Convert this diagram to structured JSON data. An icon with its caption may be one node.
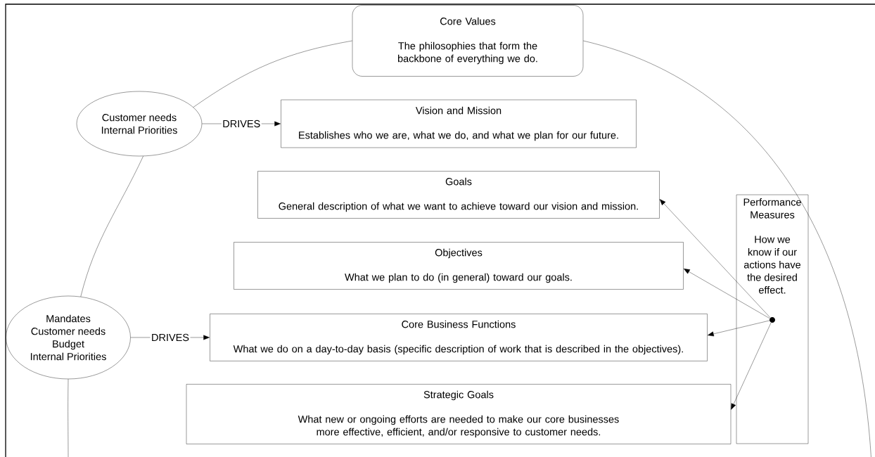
{
  "diagram": {
    "nodes": [
      {
        "text": [
          "Core Values",
          "The  philosophies that form the backbone of everything we do."
        ]
      },
      {
        "text": [
          "Customer needs",
          "Internal Priorities"
        ]
      },
      {
        "text": [
          "Vision and Mission",
          "Establishes who we are, what we do, and what we plan for our future."
        ]
      },
      {
        "text": [
          "Goals",
          "General description of what we want to achieve toward our vision and mission."
        ]
      },
      {
        "text": [
          "Performance Measures",
          "How we know if our actions have the desired effect."
        ]
      },
      {
        "text": [
          "Objectives",
          "What we plan to do (in general) toward our goals."
        ]
      },
      {
        "text": [
          "Mandates",
          "Customer needs",
          "Budget",
          "Internal Priorities"
        ]
      },
      {
        "text": [
          "Core Business Functions",
          "What we do on a day-to-day basis (specific description of work that is described in the objectives)."
        ]
      },
      {
        "text": [
          "Strategic Goals",
          "What new or ongoing efforts are needed to make our core businesses more effective, efficient, and/or responsive to customer needs."
        ]
      },
      {
        "text": [],
        "shape": "circle",
        "in": 4
      }
    ],
    "edges": [
      {
        "from": 1,
        "to": 2,
        "arrow": "to",
        "label": "DRIVES"
      },
      {
        "from": 6,
        "to": 7,
        "arrow": "to",
        "label": "DRIVES"
      },
      {
        "from": 9,
        "to": 3,
        "arrow": "to"
      },
      {
        "from": 9,
        "to": 5,
        "arrow": "to"
      },
      {
        "from": 9,
        "to": 7,
        "arrow": "to"
      },
      {
        "from": 9,
        "to": 8,
        "arrow": "to"
      },
      {
        "from": 0,
        "to": 1,
        "arrow": "none"
      },
      {
        "from": 1,
        "to": 6,
        "arrow": "none"
      },
      {
        "from": 6,
        "to": null,
        "arrow": "none"
      },
      {
        "from": 0,
        "to": null,
        "arrow": "none"
      }
    ]
  }
}
